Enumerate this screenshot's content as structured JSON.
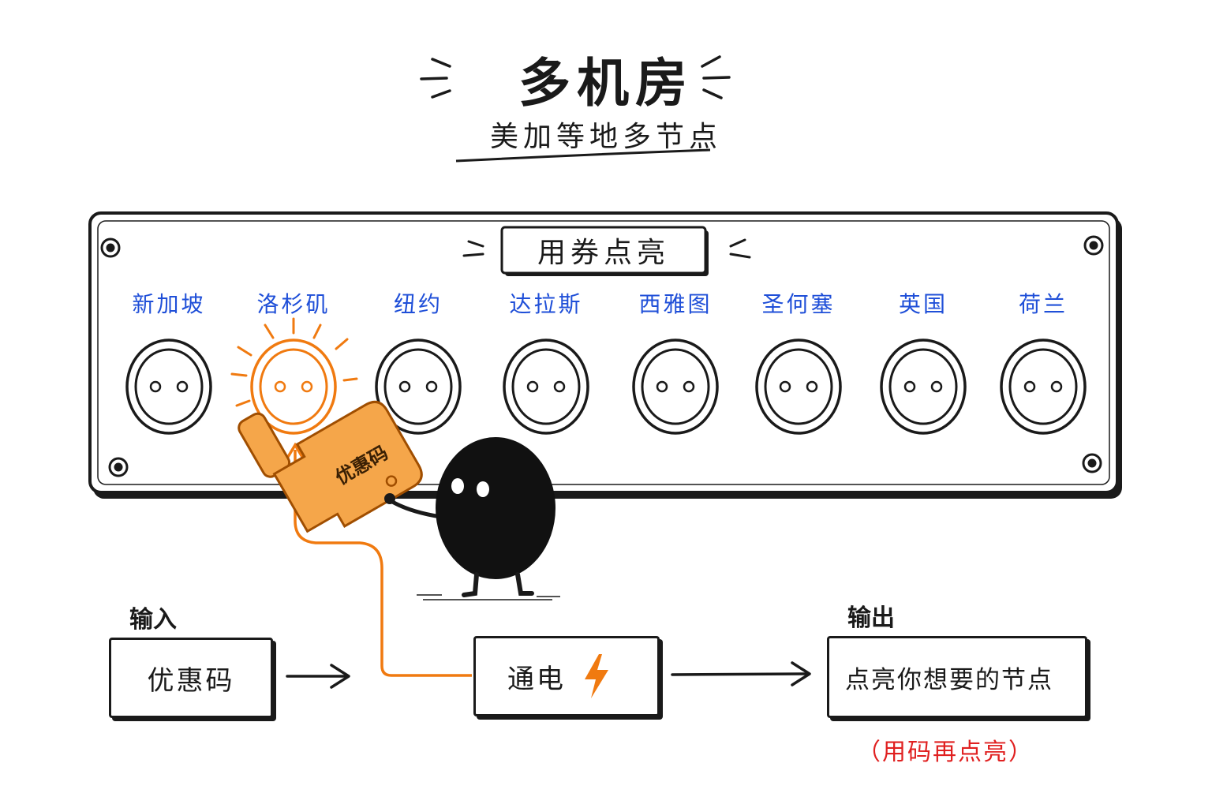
{
  "title": "多机房",
  "subtitle": "美加等地多节点",
  "panel": {
    "title": "用券点亮",
    "regions": [
      {
        "label": "新加坡",
        "lit": false
      },
      {
        "label": "洛杉矶",
        "lit": true
      },
      {
        "label": "纽约",
        "lit": false
      },
      {
        "label": "达拉斯",
        "lit": false
      },
      {
        "label": "西雅图",
        "lit": false
      },
      {
        "label": "圣何塞",
        "lit": false
      },
      {
        "label": "英国",
        "lit": false
      },
      {
        "label": "荷兰",
        "lit": false
      }
    ]
  },
  "key": {
    "label": "优惠码"
  },
  "flow": {
    "input_label": "输入",
    "input_box": "优惠码",
    "process_box": "通电",
    "output_label": "输出",
    "output_box": "点亮你想要的节点",
    "note": "（用码再点亮）"
  },
  "colors": {
    "region_text": "#1f4fd8",
    "highlight": "#f07a10",
    "note": "#e02020",
    "ink": "#1a1a1a"
  },
  "icons": [
    "bolt-icon",
    "screw-icon",
    "socket-icon",
    "key-icon"
  ]
}
